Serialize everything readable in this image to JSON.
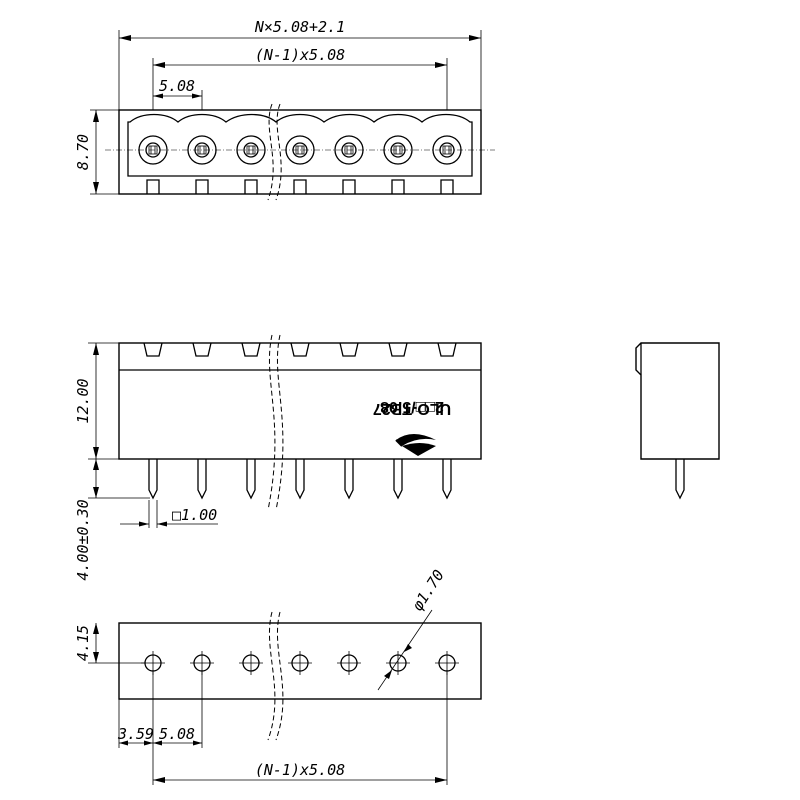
{
  "dimensions": {
    "overall_width": "N×5.08+2.1",
    "span": "(N-1)x5.08",
    "pitch": "5.08",
    "height_top": "8.70",
    "height_body": "12.00",
    "pin_length": "4.00±0.30",
    "pin_square": "□1.00",
    "hole_diameter": "φ1.70",
    "hole_offset_y": "4.15",
    "hole_offset_x": "3.59",
    "pitch_bottom": "5.08",
    "span_bottom": "(N-1)x5.08"
  },
  "marking": {
    "line1": "2□□/5.08",
    "line2": "ULO-TB27"
  },
  "positions": 7
}
